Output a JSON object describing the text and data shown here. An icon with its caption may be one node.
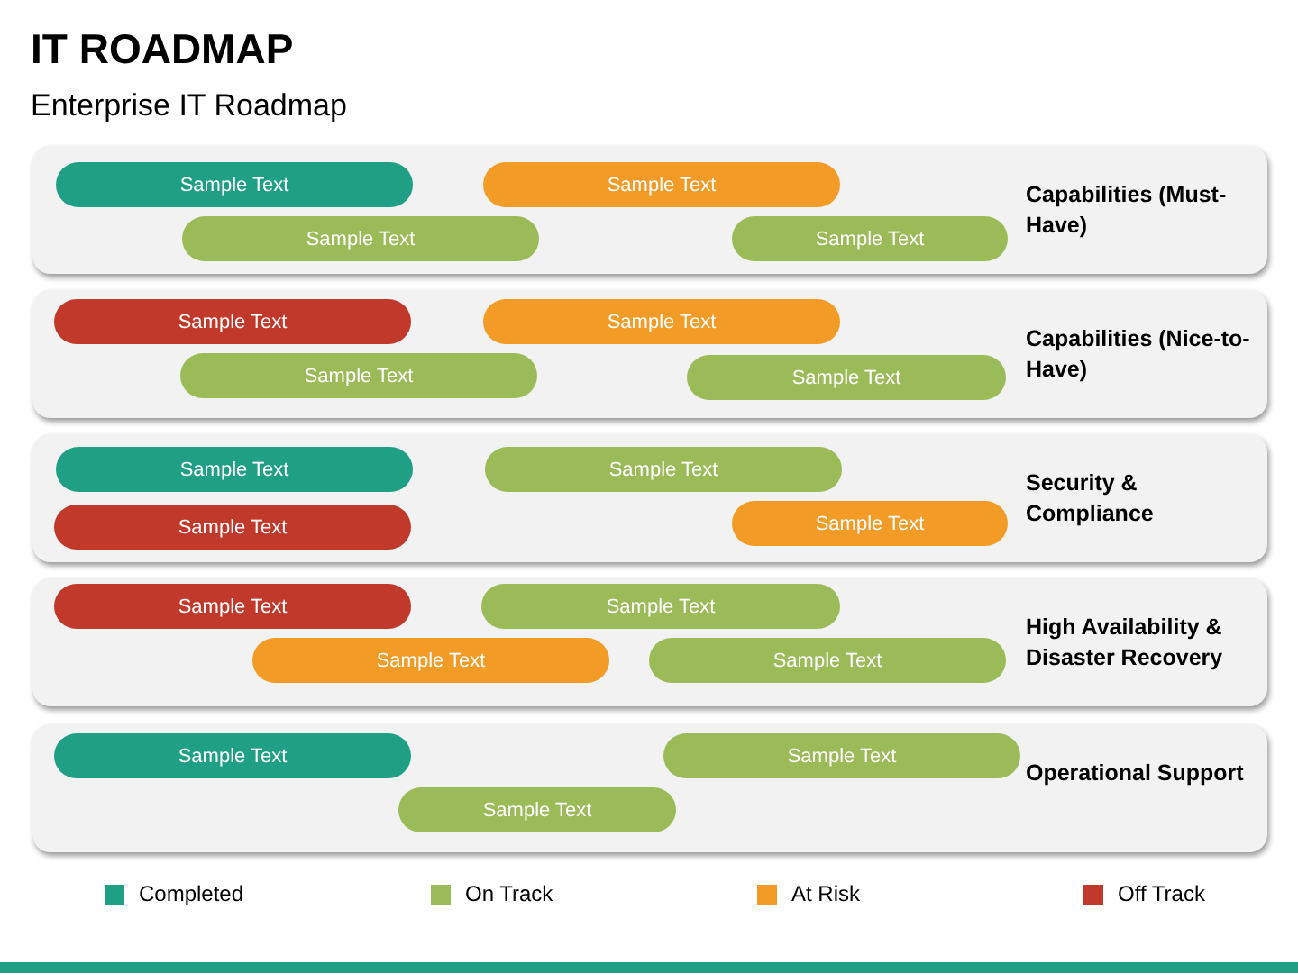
{
  "diagram": {
    "title": "IT ROADMAP",
    "caption": "Enterprise IT Roadmap",
    "nodes": [
      {
        "text": [
          "Capabilities (Must-Have)"
        ]
      },
      {
        "text": [
          "Sample Text"
        ],
        "in": 0
      },
      {
        "text": [
          "Sample Text"
        ],
        "in": 0
      },
      {
        "text": [
          "Sample Text"
        ],
        "in": 0
      },
      {
        "text": [
          "Sample Text"
        ],
        "in": 0
      },
      {
        "text": [
          "Capabilities (Nice-to-Have)"
        ]
      },
      {
        "text": [
          "Sample Text"
        ],
        "in": 5
      },
      {
        "text": [
          "Sample Text"
        ],
        "in": 5
      },
      {
        "text": [
          "Sample Text"
        ],
        "in": 5
      },
      {
        "text": [
          "Sample Text"
        ],
        "in": 5
      },
      {
        "text": [
          "Security & Compliance"
        ]
      },
      {
        "text": [
          "Sample Text"
        ],
        "in": 10
      },
      {
        "text": [
          "Sample Text"
        ],
        "in": 10
      },
      {
        "text": [
          "Sample Text"
        ],
        "in": 10
      },
      {
        "text": [
          "Sample Text"
        ],
        "in": 10
      },
      {
        "text": [
          "High Availability & Disaster Recovery"
        ]
      },
      {
        "text": [
          "Sample Text"
        ],
        "in": 15
      },
      {
        "text": [
          "Sample Text"
        ],
        "in": 15
      },
      {
        "text": [
          "Sample Text"
        ],
        "in": 15
      },
      {
        "text": [
          "Sample Text"
        ],
        "in": 15
      },
      {
        "text": [
          "Operational Support"
        ]
      },
      {
        "text": [
          "Sample Text"
        ],
        "in": 20
      },
      {
        "text": [
          "Sample Text"
        ],
        "in": 20
      },
      {
        "text": [
          "Sample Text"
        ],
        "in": 20
      }
    ],
    "legend": [
      {
        "text": "Completed",
        "color": "#1fa085"
      },
      {
        "text": "On Track",
        "color": "#9bbb59"
      },
      {
        "text": "At Risk",
        "color": "#f29b26"
      },
      {
        "text": "Off Track",
        "color": "#c0392b"
      }
    ]
  }
}
